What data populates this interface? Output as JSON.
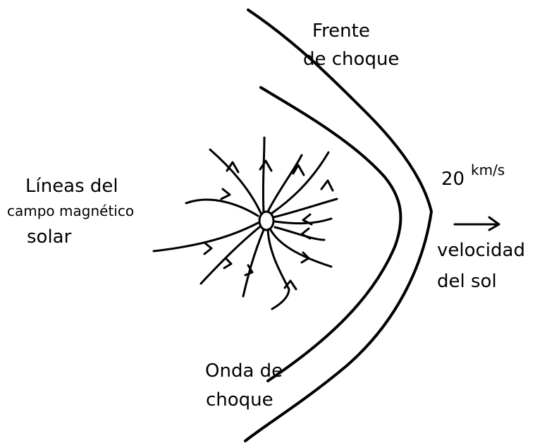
{
  "labels": {
    "frente_line1": "Frente",
    "frente_line2": "de choque",
    "lineas_line1": "Líneas del",
    "lineas_line2": "campo magnético",
    "lineas_line3": "solar",
    "speed_value": "20",
    "speed_unit": "km/s",
    "velocidad_line1": "velocidad",
    "velocidad_line2": "del sol",
    "onda_line1": "Onda de",
    "onda_line2": "choque"
  },
  "colors": {
    "ink": "#000000",
    "background": "#ffffff"
  }
}
